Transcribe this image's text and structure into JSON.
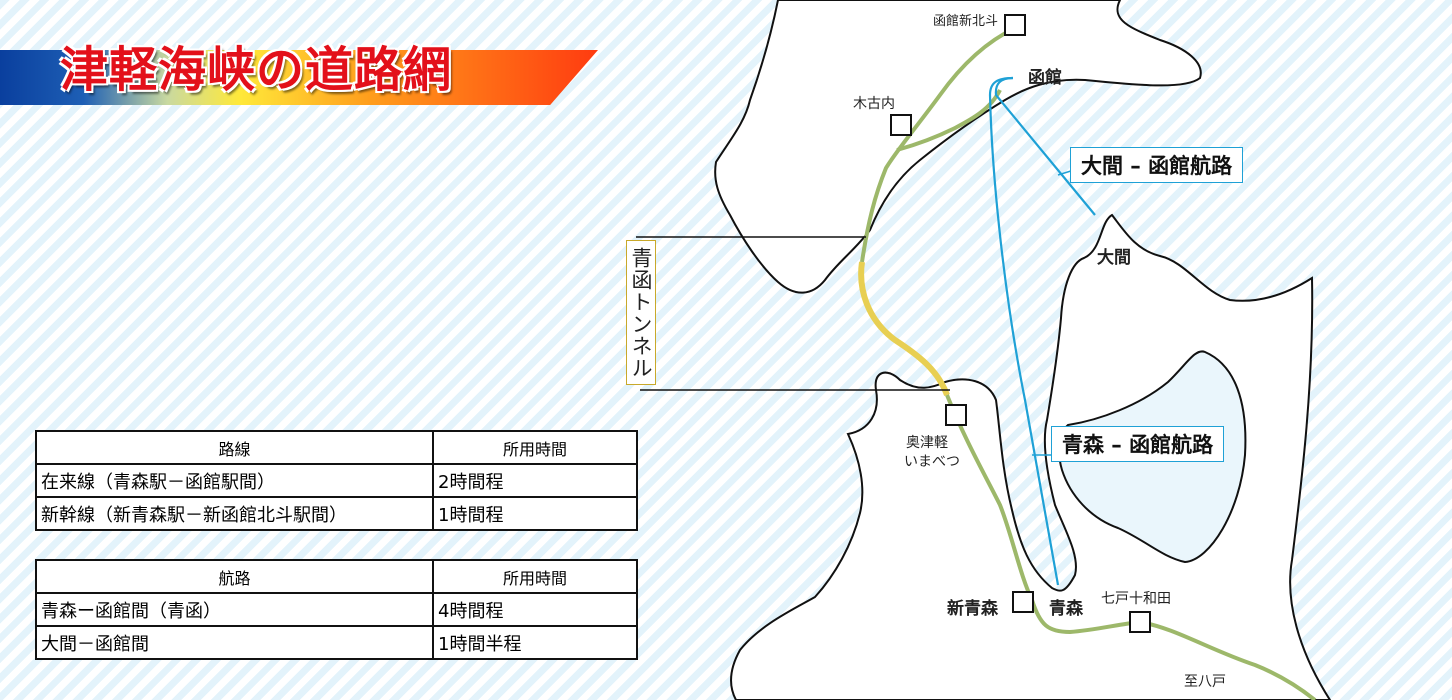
{
  "title": "津軽海峡の道路網",
  "places": {
    "shin_hakodate_hokuto": "函館新北斗",
    "hakodate": "函館",
    "kikonai": "木古内",
    "oma": "大間",
    "okutsugaru": "奥津軽",
    "okutsugaru_kana": "いまべつ",
    "shin_aomori": "新青森",
    "aomori": "青森",
    "shichinohe": "七戸十和田",
    "hachinohe": "至八戸"
  },
  "routes": {
    "oma_hakodate": "大間 – 函館航路",
    "aomori_hakodate": "青森 – 函館航路",
    "tunnel": "青函トンネル"
  },
  "colors": {
    "rail": "#9db86a",
    "tunnel": "#e8cf52",
    "ferry": "#1fa1d6",
    "title": "#e3101a"
  },
  "rail_table": {
    "headers": [
      "路線",
      "所用時間"
    ],
    "rows": [
      [
        "在来線（青森駅－函館駅間）",
        "2時間程"
      ],
      [
        "新幹線（新青森駅－新函館北斗駅間）",
        "1時間程"
      ]
    ]
  },
  "ferry_table": {
    "headers": [
      "航路",
      "所用時間"
    ],
    "rows": [
      [
        "青森ー函館間（青函）",
        "4時間程"
      ],
      [
        "大間－函館間",
        "1時間半程"
      ]
    ]
  }
}
